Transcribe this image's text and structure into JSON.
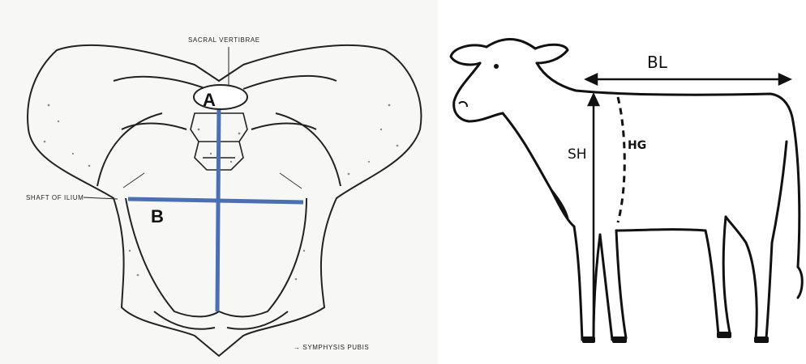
{
  "pelvis": {
    "labels": {
      "sacral_vertebrae": "SACRAL VERTIBRAE",
      "shaft_of_ilium": "SHAFT OF ILIUM",
      "symphysis_pubis": "→ SYMPHYSIS PUBIS",
      "measure_a": "A",
      "measure_b": "B"
    },
    "measure_line_color": "#4a6fb3"
  },
  "cow": {
    "labels": {
      "body_length": "BL",
      "shoulder_height": "SH",
      "heart_girth": "HG"
    }
  }
}
